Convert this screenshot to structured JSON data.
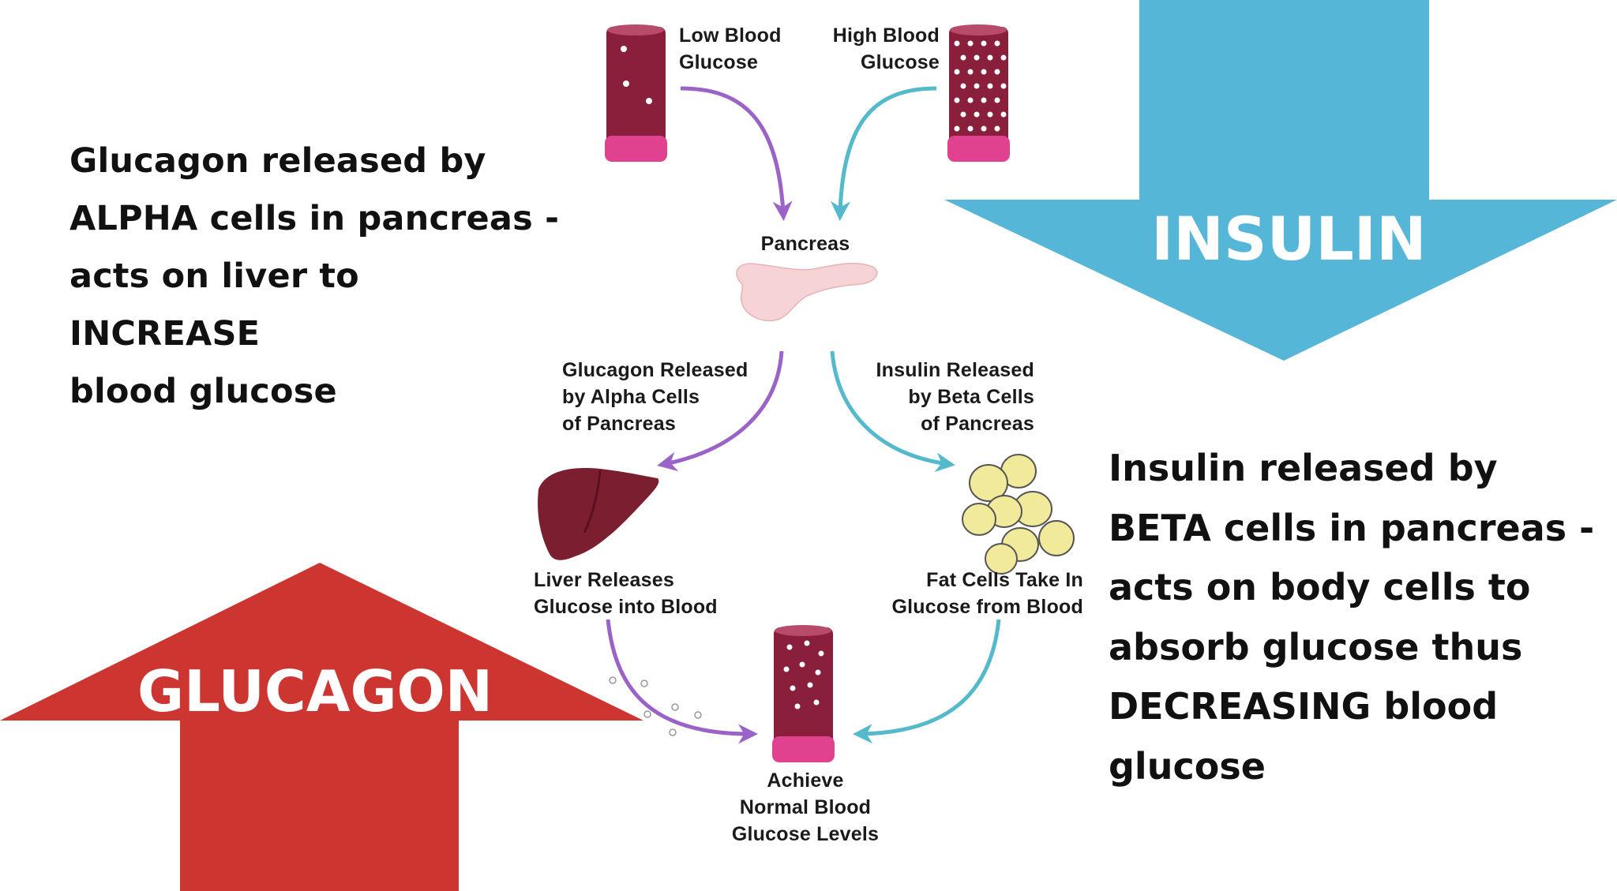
{
  "left_note": "Glucagon released by\nALPHA cells in pancreas -\nacts on liver to\nINCREASE\nblood glucose",
  "right_note": "Insulin released by\nBETA cells in pancreas -\nacts on body cells to\nabsorb glucose thus\nDECREASING blood\nglucose",
  "insulin_arrow": {
    "label": "INSULIN",
    "color": "#55b6d7"
  },
  "glucagon_arrow": {
    "label": "GLUCAGON",
    "color": "#cd3530"
  },
  "diagram": {
    "low_blood_glucose": "Low Blood\nGlucose",
    "high_blood_glucose": "High Blood\nGlucose",
    "pancreas": "Pancreas",
    "glucagon_released": "Glucagon Released\nby Alpha Cells\nof Pancreas",
    "insulin_released": "Insulin Released\nby Beta Cells\nof Pancreas",
    "liver_releases": "Liver Releases\nGlucose into Blood",
    "fat_cells": "Fat Cells Take In\nGlucose from Blood",
    "normal_levels": "Achieve\nNormal Blood\nGlucose Levels"
  },
  "colors": {
    "glucagon_path": "#9b63c8",
    "insulin_path": "#55b9cc",
    "vessel": "#8a1f3c",
    "vessel_end": "#e0428f",
    "liver": "#7b1e30",
    "fat_cell": "#f1ea9a",
    "pancreas": "#f6d3d5"
  }
}
